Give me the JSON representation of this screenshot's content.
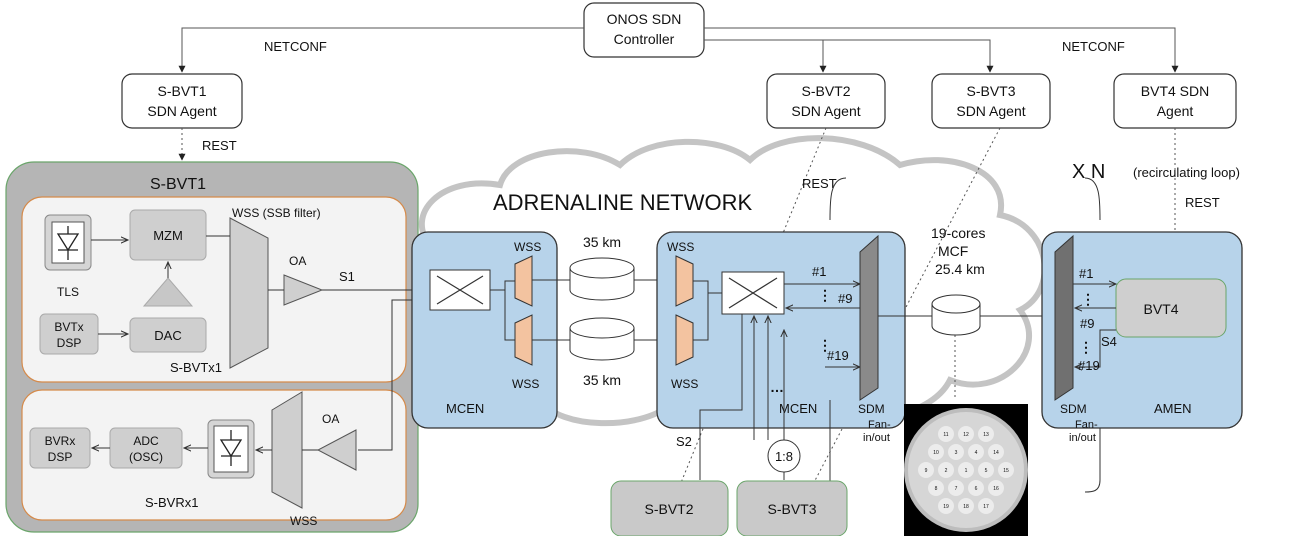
{
  "controller": {
    "line1": "ONOS SDN",
    "line2": "Controller"
  },
  "protocols": {
    "netconf_left": "NETCONF",
    "netconf_right": "NETCONF"
  },
  "agents": {
    "sbvt1": {
      "line1": "S-BVT1",
      "line2": "SDN Agent"
    },
    "sbvt2": {
      "line1": "S-BVT2",
      "line2": "SDN Agent"
    },
    "sbvt3": {
      "line1": "S-BVT3",
      "line2": "SDN Agent"
    },
    "bvt4": {
      "line1": "BVT4 SDN",
      "line2": "Agent"
    }
  },
  "rest_labels": {
    "sbvt1": "REST",
    "sbvt2": "REST",
    "bvt4": "REST"
  },
  "sbvt1": {
    "title": "S-BVT1",
    "tx": {
      "title": "S-BVTx1",
      "tls": "TLS",
      "mzm": "MZM",
      "dac": "DAC",
      "dsp_line1": "BVTx",
      "dsp_line2": "DSP",
      "wss": "WSS (SSB filter)",
      "oa": "OA",
      "signal": "S1"
    },
    "rx": {
      "title": "S-BVRx1",
      "dsp_line1": "BVRx",
      "dsp_line2": "DSP",
      "adc_line1": "ADC",
      "adc_line2": "(OSC)",
      "wss": "WSS",
      "oa": "OA"
    }
  },
  "network": {
    "title": "ADRENALINE NETWORK",
    "loop": "X N",
    "loop_note": "(recirculating loop)",
    "mcen_left": {
      "label": "MCEN",
      "wss_top": "WSS",
      "wss_bottom": "WSS"
    },
    "fiber_top": "35 km",
    "fiber_bottom": "35 km",
    "mcen_right": {
      "label": "MCEN",
      "wss_top": "WSS",
      "wss_bottom": "WSS",
      "signal": "S2"
    },
    "sdm_left": {
      "label": "SDM",
      "fan_line1": "Fan-",
      "fan_line2": "in/out"
    },
    "cores": {
      "c1": "#1",
      "c9": "#9",
      "c19": "#19"
    },
    "mcf": {
      "line1": "19-cores",
      "line2": "MCF",
      "line3": "25.4 km"
    },
    "amen": {
      "label": "AMEN",
      "sdm": "SDM",
      "fan_line1": "Fan-",
      "fan_line2": "in/out",
      "c1": "#1",
      "c9": "#9",
      "c19": "#19",
      "signal": "S4"
    },
    "splitter": "1:8"
  },
  "transceivers": {
    "bvt4": "BVT4",
    "sbvt2": "S-BVT2",
    "sbvt3": "S-BVT3"
  },
  "fiber_cores": [
    "11",
    "12",
    "13",
    "10",
    "3",
    "4",
    "14",
    "9",
    "2",
    "1",
    "5",
    "15",
    "8",
    "7",
    "6",
    "16",
    "19",
    "18",
    "17"
  ]
}
